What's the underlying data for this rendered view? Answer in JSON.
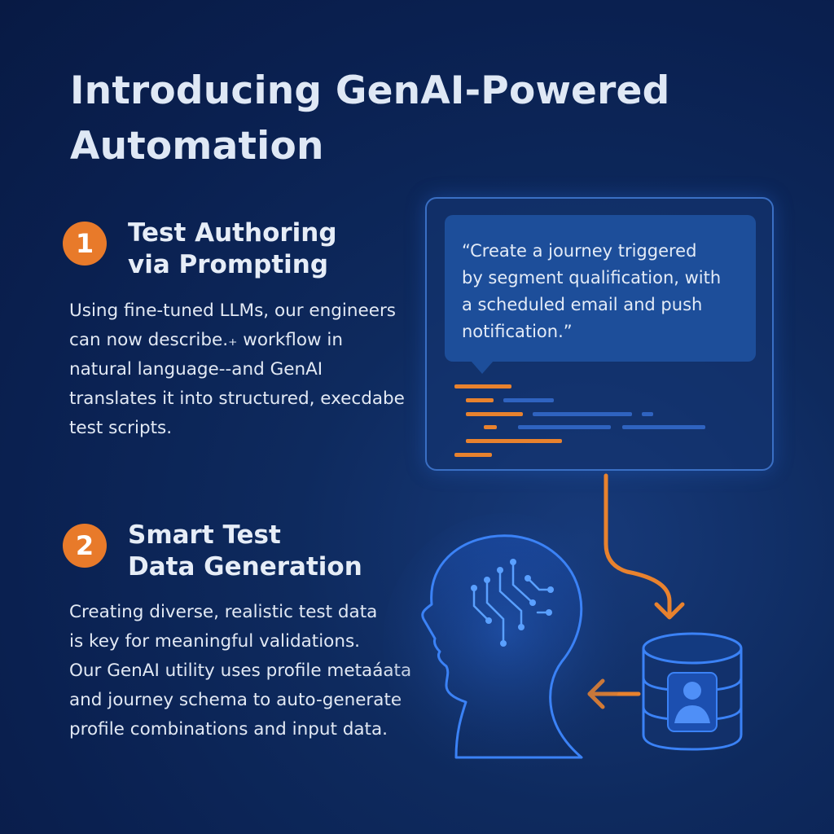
{
  "title": {
    "line1": "Introducing GenAI-Powered",
    "line2": "Automation"
  },
  "steps": [
    {
      "number": "1",
      "title_line1": "Test Authoring",
      "title_line2": "via Prompting",
      "body_lines": [
        "Using fine-tuned LLMs, our engineers",
        "can now describe.₊ workflow in",
        "natural language--and GenAI",
        "translates it into structured, execdabe",
        "test scripts."
      ]
    },
    {
      "number": "2",
      "title_line1": "Smart Test",
      "title_line2": "Data Generation",
      "body_lines": [
        "Creating diverse, realistic test data",
        "is key for meaningful validations.",
        "Our GenAI utility uses profile metaáata",
        "and journey schema to auto-generate",
        "profile combinations and input data."
      ]
    }
  ],
  "prompt_panel": {
    "quote_lines": [
      "“Create a  journey triggered",
      "by segment qualification, with",
      "a scheduled email and push",
      "notification.”"
    ]
  },
  "icons": {
    "panel": "code-editor-icon",
    "head": "ai-head-circuit-icon",
    "database": "user-database-icon",
    "arrow_down": "arrow-down-icon",
    "arrow_left": "arrow-left-icon"
  },
  "colors": {
    "background": "#0a2050",
    "accent_orange": "#e87a2a",
    "accent_blue": "#2f63c0",
    "text": "#e6edf7"
  }
}
